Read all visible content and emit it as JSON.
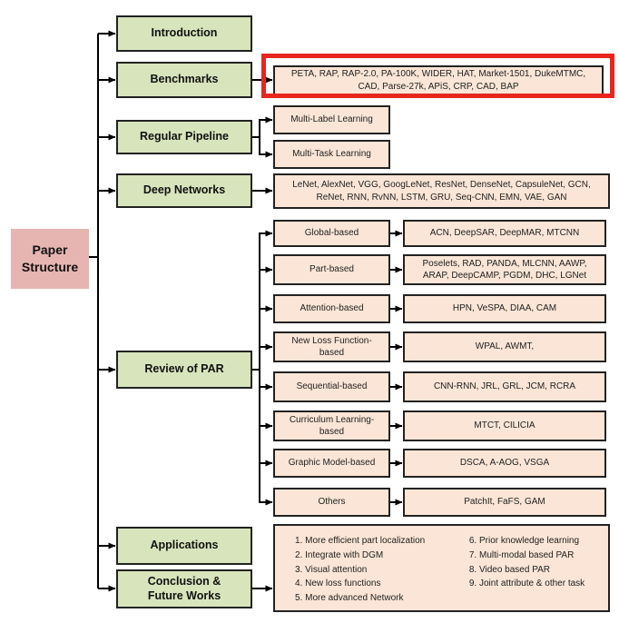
{
  "root": {
    "label": "Paper Structure"
  },
  "sections": {
    "introduction": "Introduction",
    "benchmarks": "Benchmarks",
    "regular_pipeline": "Regular Pipeline",
    "deep_networks": "Deep Networks",
    "review_of_par": "Review of PAR",
    "applications": "Applications",
    "conclusion": "Conclusion & Future Works"
  },
  "benchmarks": {
    "datasets": "PETA, RAP, RAP-2.0, PA-100K, WIDER,  HAT, Market-1501, DukeMTMC, CAD, Parse-27k, APiS, CRP, CAD, BAP"
  },
  "regular_pipeline": {
    "multi_label": "Multi-Label Learning",
    "multi_task": "Multi-Task Learning"
  },
  "deep_networks": {
    "models": "LeNet, AlexNet, VGG, GoogLeNet, ResNet, DenseNet, CapsuleNet, GCN, ReNet, RNN, RvNN, LSTM, GRU, Seq-CNN, EMN, VAE, GAN"
  },
  "review_of_par": {
    "rows": [
      {
        "category": "Global-based",
        "methods": "ACN, DeepSAR, DeepMAR, MTCNN"
      },
      {
        "category": "Part-based",
        "methods": "Poselets, RAD, PANDA, MLCNN, AAWP, ARAP, DeepCAMP, PGDM, DHC, LGNet"
      },
      {
        "category": "Attention-based",
        "methods": "HPN, VeSPA, DIAA, CAM"
      },
      {
        "category": "New Loss Function-based",
        "methods": "WPAL, AWMT,"
      },
      {
        "category": "Sequential-based",
        "methods": "CNN-RNN, JRL, GRL, JCM, RCRA"
      },
      {
        "category": "Curriculum Learning-based",
        "methods": "MTCT, CILICIA"
      },
      {
        "category": "Graphic Model-based",
        "methods": "DSCA, A-AOG, VSGA"
      },
      {
        "category": "Others",
        "methods": "PatchIt, FaFS, GAM"
      }
    ]
  },
  "future_works": {
    "left": [
      "1. More efficient part localization",
      "2. Integrate with DGM",
      "3. Visual attention",
      "4. New loss functions",
      "5. More advanced Network"
    ],
    "right": [
      "6. Prior knowledge learning",
      "7. Multi-modal based PAR",
      "8. Video based PAR",
      "9. Joint attribute & other task"
    ]
  },
  "colors": {
    "section_fill": "#d8e4bc",
    "detail_fill": "#fbe5d6",
    "root_fill": "#e6b5b2",
    "highlight": "#e8261d",
    "line": "#000000"
  }
}
